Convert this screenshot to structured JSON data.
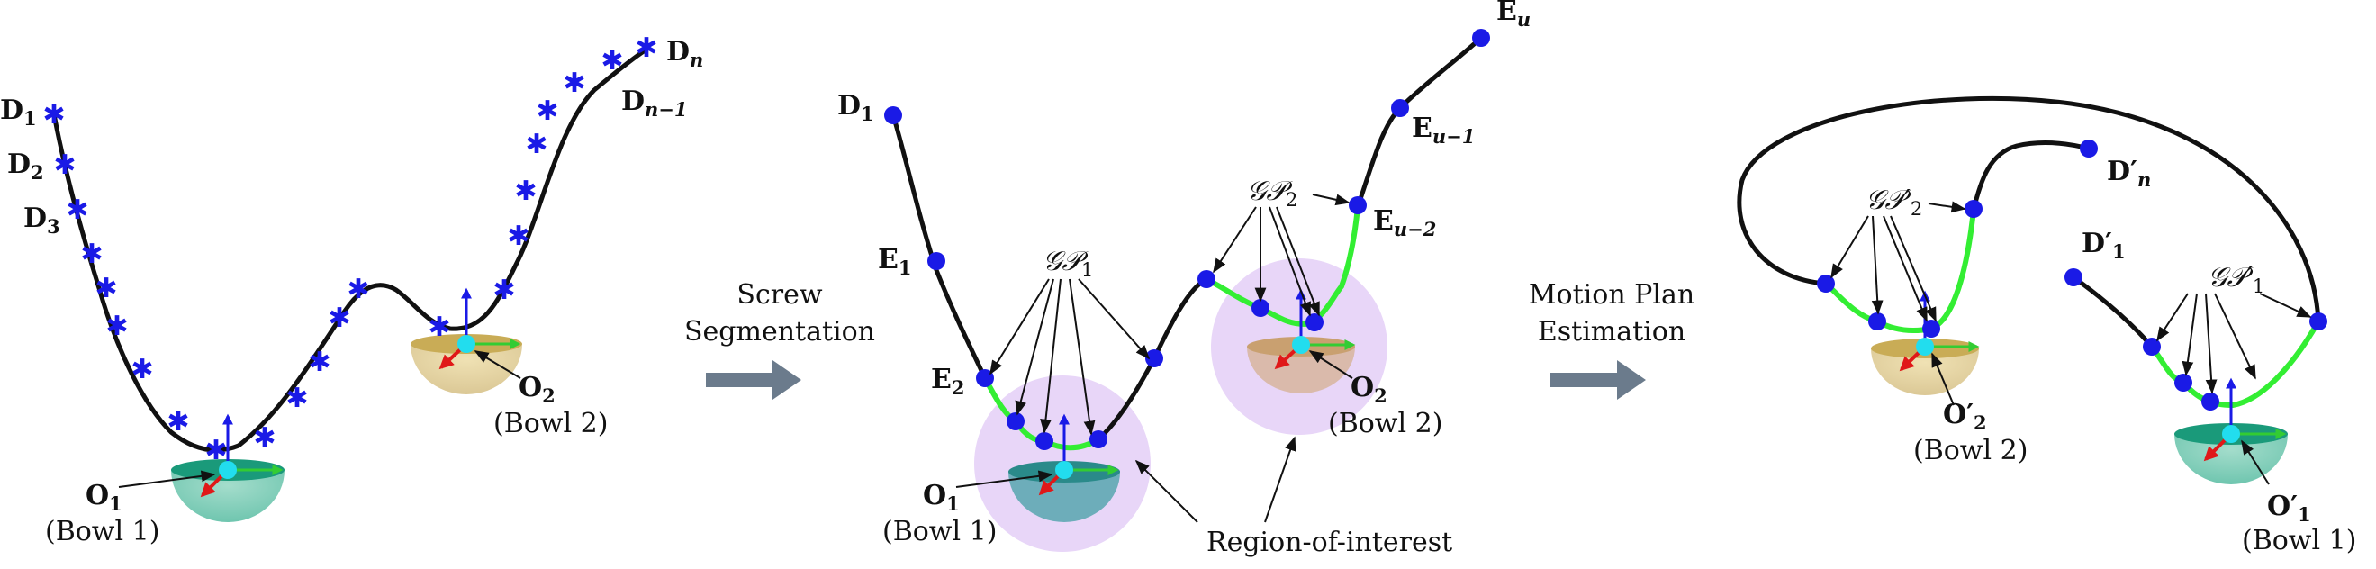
{
  "panel1": {
    "d1": "D",
    "d1_sub": "1",
    "d2": "D",
    "d2_sub": "2",
    "d3": "D",
    "d3_sub": "3",
    "dn": "D",
    "dn_sub": "n",
    "dn1": "D",
    "dn1_sub": "n−1",
    "o1": "O",
    "o1_sub": "1",
    "o2": "O",
    "o2_sub": "2",
    "bowl1": "(Bowl 1)",
    "bowl2": "(Bowl 2)"
  },
  "arrow1": {
    "line1": "Screw",
    "line2": "Segmentation"
  },
  "panel2": {
    "d1": "D",
    "d1_sub": "1",
    "e1": "E",
    "e1_sub": "1",
    "e2": "E",
    "e2_sub": "2",
    "eu": "E",
    "eu_sub": "u",
    "eu1": "E",
    "eu1_sub": "u−1",
    "eu2": "E",
    "eu2_sub": "u−2",
    "gp1": "𝒢𝒫",
    "gp1_sub": "1",
    "gp2": "𝒢𝒫",
    "gp2_sub": "2",
    "o1": "O",
    "o1_sub": "1",
    "o2": "O",
    "o2_sub": "2",
    "bowl1": "(Bowl 1)",
    "bowl2": "(Bowl 2)",
    "roi": "Region-of-interest"
  },
  "arrow2": {
    "line1": "Motion Plan",
    "line2": "Estimation"
  },
  "panel3": {
    "gp2": "𝒢𝒫′",
    "gp2_sub": "2",
    "gp1": "𝒢𝒫′",
    "gp1_sub": "1",
    "dn": "D′",
    "dn_sub": "n",
    "d1": "D′",
    "d1_sub": "1",
    "o2": "O′",
    "o2_sub": "2",
    "o1": "O′",
    "o1_sub": "1",
    "bowl2": "(Bowl 2)",
    "bowl1": "(Bowl 1)"
  },
  "colors": {
    "trajectory": "#111111",
    "segment": "#33ee33",
    "marker": "#1a1ae6",
    "frame_center": "#22ddee",
    "bowl1": "#1aa388",
    "bowl2": "#d6c27a",
    "roi": "#e6d2f6",
    "arrow": "#6b7b8c",
    "axis_red": "#e01818",
    "axis_blue": "#1a1ae6"
  }
}
